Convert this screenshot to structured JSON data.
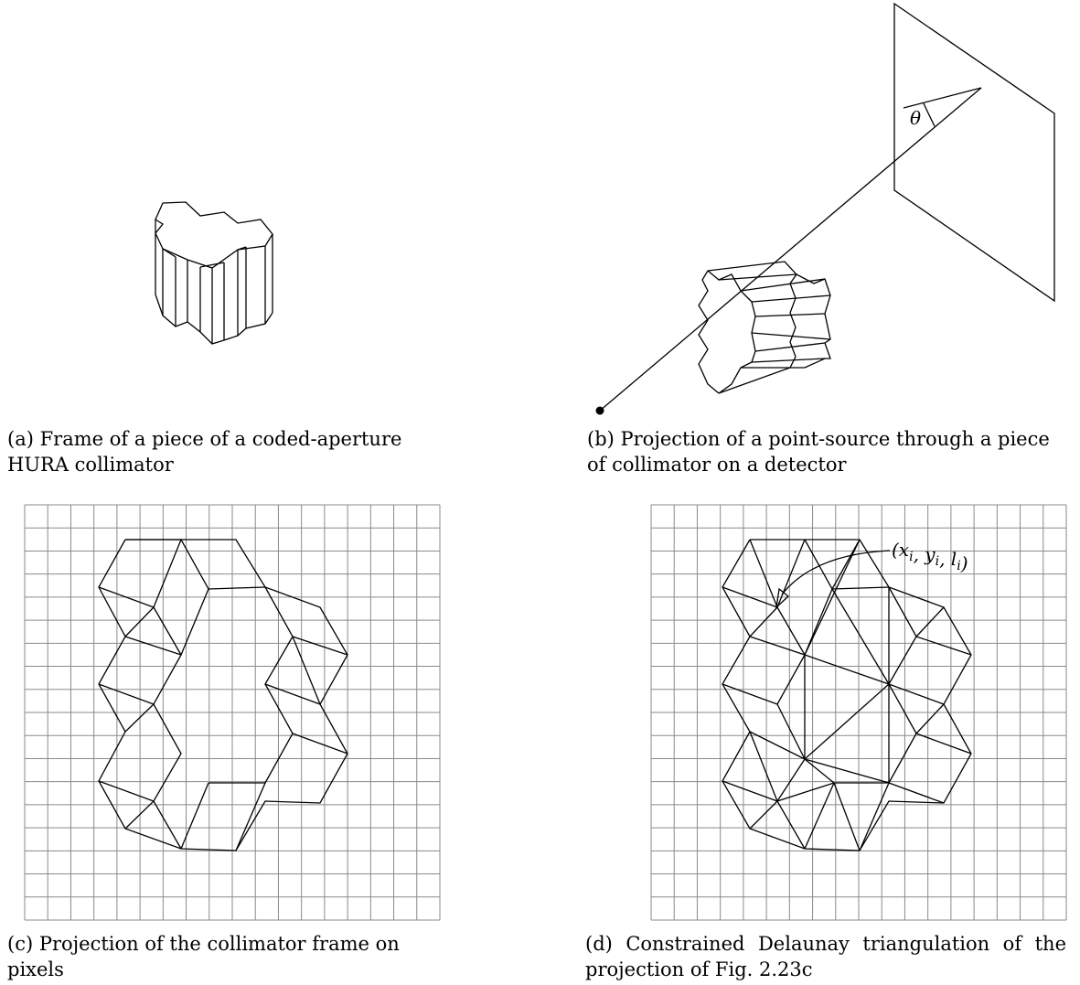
{
  "panels": {
    "a": {
      "caption": "(a) Frame of a piece of a coded-aperture HURA collimator"
    },
    "b": {
      "caption": "(b) Projection of a point-source through a piece of collimator on a detector",
      "angle_label": "θ"
    },
    "c": {
      "caption": "(c) Projection of the collimator frame on pixels"
    },
    "d": {
      "caption": "(d) Constrained Delaunay triangulation of the projection of Fig. 2.23c",
      "point_label": "(x_i, y_i, l_i)"
    }
  },
  "grid": {
    "columns": 18,
    "rows": 18
  }
}
